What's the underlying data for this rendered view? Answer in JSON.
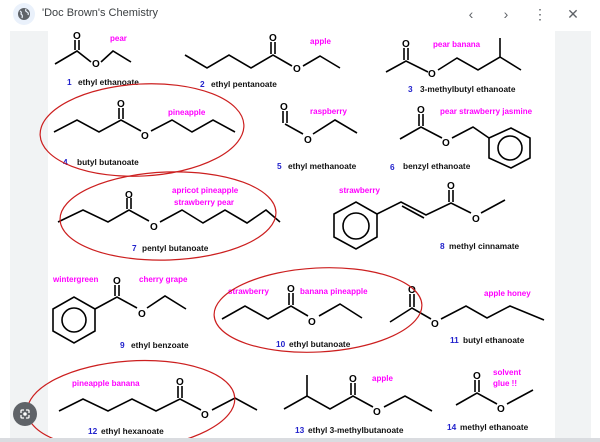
{
  "topbar": {
    "site_title": "'Doc Brown's Chemistry",
    "icons": [
      "globe-icon",
      "chevron-left-icon",
      "chevron-right-icon",
      "more-vert-icon",
      "close-icon"
    ],
    "back_glyph": "‹",
    "forward_glyph": "›",
    "more_glyph": "⋮",
    "close_glyph": "✕"
  },
  "image": {
    "subject": "Esters and their odours",
    "esters": [
      {
        "number": "1",
        "name": "ethyl ethanoate",
        "odour": "pear",
        "circled": false
      },
      {
        "number": "2",
        "name": "ethyl pentanoate",
        "odour": "apple",
        "circled": false
      },
      {
        "number": "3",
        "name": "3-methylbutyl ethanoate",
        "odour": "pear  banana",
        "circled": false
      },
      {
        "number": "4",
        "name": "butyl butanoate",
        "odour": "pineapple",
        "circled": true
      },
      {
        "number": "5",
        "name": "ethyl methanoate",
        "odour": "raspberry",
        "circled": false
      },
      {
        "number": "6",
        "name": "benzyl ethanoate",
        "odour": "pear  strawberry  jasmine",
        "circled": false
      },
      {
        "number": "7",
        "name": "pentyl butanoate",
        "odour_line1": "apricot pineapple",
        "odour_line2": "strawberry  pear",
        "circled": true
      },
      {
        "number": "8",
        "name": "methyl cinnamate",
        "odour": "strawberry",
        "circled": false
      },
      {
        "number": "9",
        "name": "ethyl benzoate",
        "odour_left": "wintergreen",
        "odour_right": "cherry grape",
        "circled": false
      },
      {
        "number": "10",
        "name": "ethyl butanoate",
        "odour_left": "strawberry",
        "odour_right": "banana  pineapple",
        "circled": true
      },
      {
        "number": "11",
        "name": "butyl ethanoate",
        "odour": "apple honey",
        "circled": false
      },
      {
        "number": "12",
        "name": "ethyl hexanoate",
        "odour": "pineapple   banana",
        "circled": true
      },
      {
        "number": "13",
        "name": "ethyl 3-methylbutanoate",
        "odour": "apple",
        "circled": false
      },
      {
        "number": "14",
        "name": "methyl ethanoate",
        "odour_line1": "solvent",
        "odour_line2": "glue !!",
        "circled": false
      }
    ],
    "oxygen_label": "O"
  },
  "lens_button": {
    "icon": "google-lens-icon"
  },
  "colors": {
    "odour_text": "#ff00ff",
    "number_text": "#2222cc",
    "circle_annotation": "#cc1f1f",
    "side_panel": "#f1f3f4"
  }
}
